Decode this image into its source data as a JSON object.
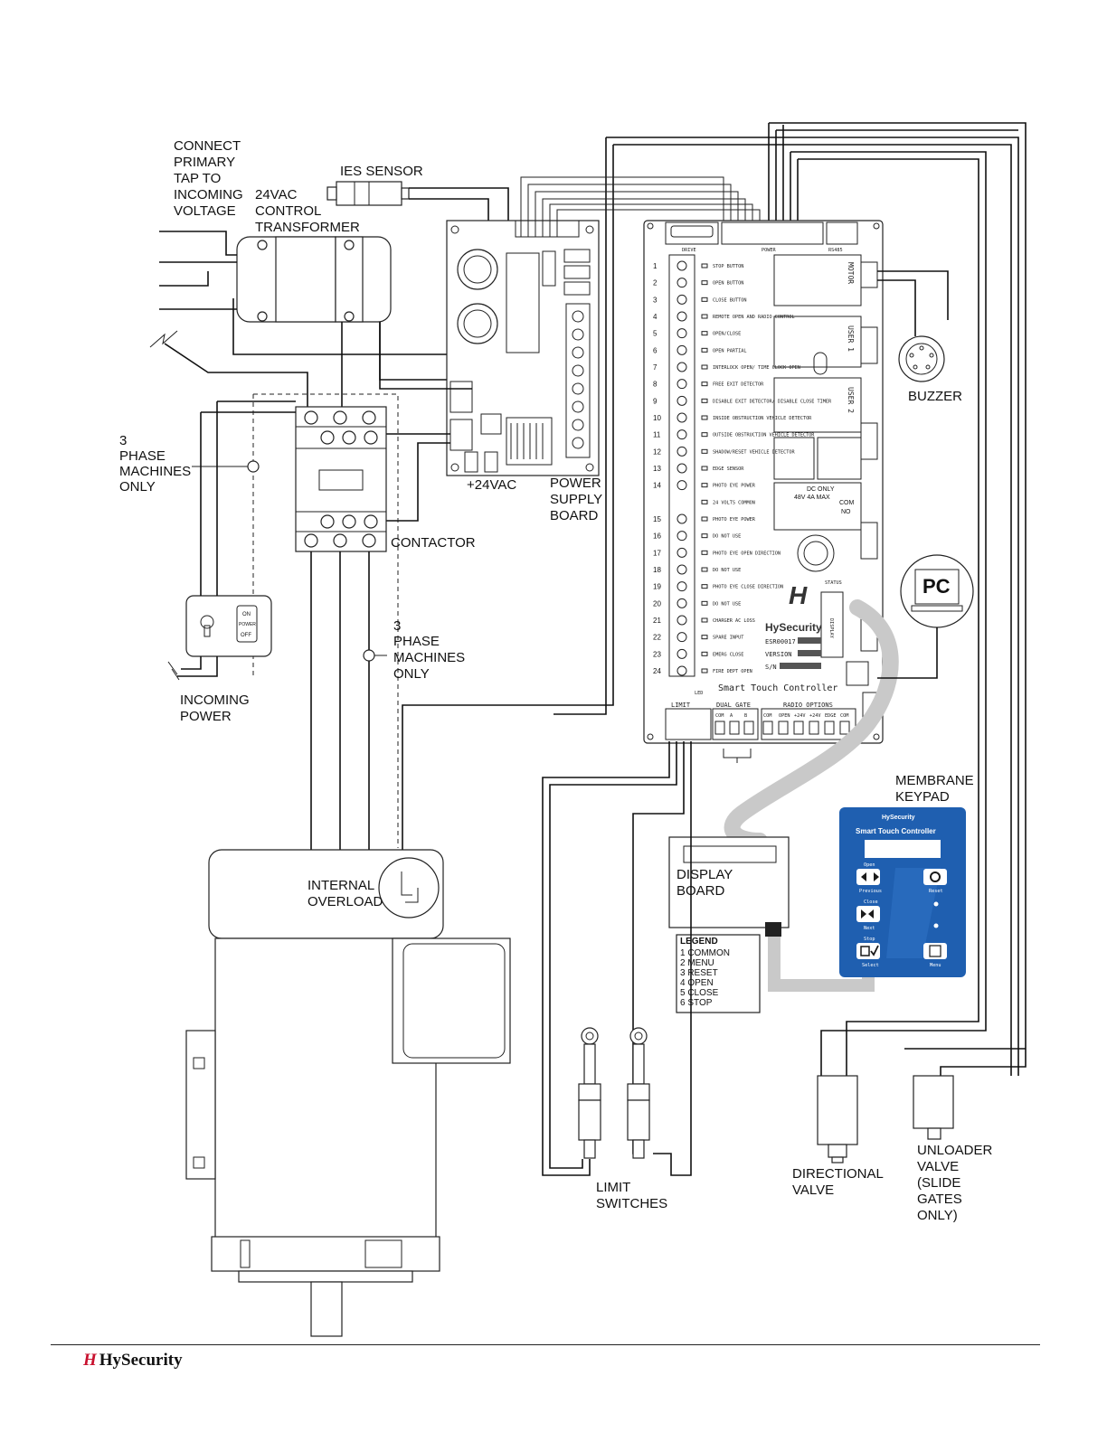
{
  "labels": {
    "connect_primary": [
      "CONNECT",
      "PRIMARY",
      "TAP TO",
      "INCOMING",
      "VOLTAGE"
    ],
    "transformer": [
      "24VAC",
      "CONTROL",
      "TRANSFORMER"
    ],
    "ies_sensor": "IES SENSOR",
    "three_phase_left": [
      "3",
      "PHASE",
      "MACHINES",
      "ONLY"
    ],
    "three_phase_mid": [
      "3",
      "PHASE",
      "MACHINES",
      "ONLY"
    ],
    "plus24vac": "+24VAC",
    "power_supply": [
      "POWER",
      "SUPPLY",
      "BOARD"
    ],
    "contactor": "CONTACTOR",
    "incoming_power": [
      "INCOMING",
      "POWER"
    ],
    "internal_overload": [
      "INTERNAL",
      "OVERLOAD"
    ],
    "buzzer": "BUZZER",
    "pc": "PC",
    "membrane_keypad": [
      "MEMBRANE",
      "KEYPAD"
    ],
    "display_board": [
      "DISPLAY",
      "BOARD"
    ],
    "limit_switches": [
      "LIMIT",
      "SWITCHES"
    ],
    "directional_valve": [
      "DIRECTIONAL",
      "VALVE"
    ],
    "unloader_valve": [
      "UNLOADER",
      "VALVE",
      "(SLIDE",
      "GATES",
      "ONLY)"
    ]
  },
  "switch_box": {
    "on": "ON",
    "power": "POWER",
    "off": "OFF"
  },
  "legend": {
    "title": "LEGEND",
    "items": [
      "1 COMMON",
      "2 MENU",
      "3 RESET",
      "4 OPEN",
      "5 CLOSE",
      "6 STOP"
    ]
  },
  "controller": {
    "name": "Smart Touch Controller",
    "brand": "HySecurity",
    "serial_label": "S/N",
    "version_label": "VERSION",
    "model": "ESR00017",
    "connectors": {
      "drive": "DRIVE",
      "power": "POWER",
      "rs485": "RS485",
      "led": "LED",
      "status": "STATUS",
      "display": "DISPLAY"
    },
    "relays": [
      "MOTOR",
      "USER 1",
      "USER 2"
    ],
    "dc_only": [
      "DC ONLY",
      "48V 4A MAX",
      "COM",
      "NO"
    ],
    "bottom_groups": {
      "limit": "LIMIT",
      "dual_gate": "DUAL GATE",
      "radio_options": "RADIO OPTIONS",
      "dual_gate_pins": [
        "COM",
        "A",
        "B"
      ],
      "radio_pins": [
        "COM",
        "OPEN",
        "+24V",
        "+24V",
        "EDGE",
        "COM"
      ]
    },
    "terminals": [
      {
        "n": "1",
        "label": "STOP BUTTON"
      },
      {
        "n": "2",
        "label": "OPEN BUTTON"
      },
      {
        "n": "3",
        "label": "CLOSE BUTTON"
      },
      {
        "n": "4",
        "label": "REMOTE OPEN AND RADIO CONTROL"
      },
      {
        "n": "5",
        "label": "OPEN/CLOSE"
      },
      {
        "n": "6",
        "label": "OPEN PARTIAL"
      },
      {
        "n": "7",
        "label": "INTERLOCK OPEN/ TIME CLOCK OPEN"
      },
      {
        "n": "8",
        "label": "FREE EXIT DETECTOR"
      },
      {
        "n": "9",
        "label": "DISABLE EXIT DETECTOR/ DISABLE CLOSE TIMER"
      },
      {
        "n": "10",
        "label": "INSIDE OBSTRUCTION VEHICLE DETECTOR"
      },
      {
        "n": "11",
        "label": "OUTSIDE OBSTRUCTION VEHICLE DETECTOR"
      },
      {
        "n": "12",
        "label": "SHADOW/RESET VEHICLE DETECTOR"
      },
      {
        "n": "13",
        "label": "EDGE SENSOR"
      },
      {
        "n": "14",
        "label": "PHOTO EYE POWER"
      },
      {
        "n": "",
        "label": "24 VOLTS COMMON"
      },
      {
        "n": "15",
        "label": "PHOTO EYE POWER"
      },
      {
        "n": "16",
        "label": "DO NOT USE"
      },
      {
        "n": "17",
        "label": "PHOTO EYE OPEN DIRECTION"
      },
      {
        "n": "18",
        "label": "DO NOT USE"
      },
      {
        "n": "19",
        "label": "PHOTO EYE CLOSE DIRECTION"
      },
      {
        "n": "20",
        "label": "DO NOT USE"
      },
      {
        "n": "21",
        "label": "CHARGER AC LOSS"
      },
      {
        "n": "22",
        "label": "SPARE INPUT"
      },
      {
        "n": "23",
        "label": "EMERG CLOSE"
      },
      {
        "n": "24",
        "label": "FIRE DEPT OPEN"
      }
    ]
  },
  "keypad": {
    "brand": "HySecurity",
    "title": "Smart Touch Controller",
    "buttons": [
      "Open",
      "Previous",
      "Reset",
      "Close",
      "Next",
      "Stop",
      "Select",
      "Menu"
    ]
  },
  "footer": {
    "brand": "HySecurity"
  }
}
